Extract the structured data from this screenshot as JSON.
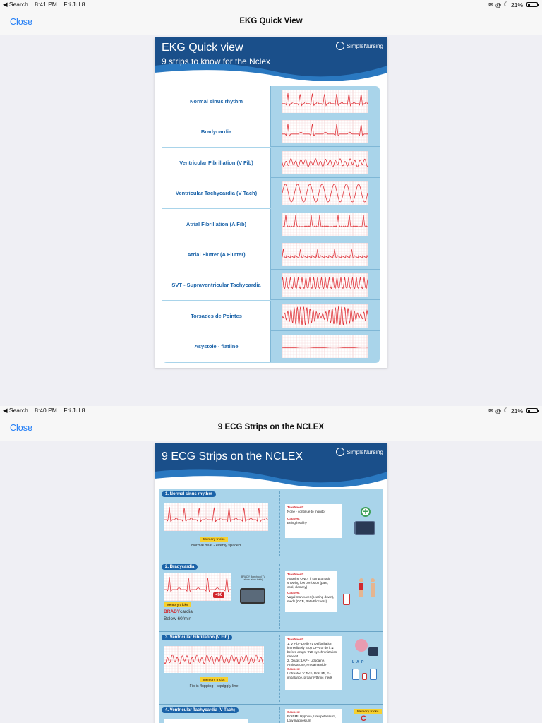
{
  "screen1": {
    "status": {
      "back": "◀ Search",
      "time": "8:41 PM",
      "date": "Fri Jul 8",
      "battery": "21%"
    },
    "nav": {
      "close": "Close",
      "title": "EKG Quick View"
    },
    "poster": {
      "title": "EKG Quick view",
      "subtitle": "9 strips to know for the Nclex",
      "brand": "SimpleNursing",
      "strips": [
        "Normal sinus rhythm",
        "Bradycardia",
        "Ventricular Fibrillation (V Fib)",
        "Ventricular Tachycardia (V Tach)",
        "Atrial Fibrillation (A Fib)",
        "Atrial Flutter (A Flutter)",
        "SVT - Supraventricular Tachycardia",
        "Torsades de Pointes",
        "Asystole - flatline"
      ]
    }
  },
  "screen2": {
    "status": {
      "back": "◀ Search",
      "time": "8:40 PM",
      "date": "Fri Jul 8",
      "battery": "21%"
    },
    "nav": {
      "close": "Close",
      "title": "9 ECG Strips on the NCLEX"
    },
    "poster": {
      "title": "9 ECG Strips on the NCLEX",
      "brand": "SimpleNursing",
      "sections": {
        "s1": {
          "pill": "1. Normal sinus rhythm",
          "mem": "Memory tricks",
          "caption": "Normal beat - evenly spaced",
          "treat_lbl": "Treatment:",
          "treat": "None - continue to monitor",
          "cause_lbl": "Causes:",
          "cause": "Being healthy"
        },
        "s2": {
          "pill": "2. Bradycardia",
          "mem": "Memory tricks",
          "caption_brady": "BRADY",
          "caption_rest": "cardia",
          "caption2": "Below 60/min",
          "badge": "<60",
          "tv_label": "BRADY Bunch old TV show (slow think)",
          "treat_lbl": "Treatment:",
          "treat": "Atropine ONLY if symptomatic showing low perfusion (pale, cool, clammy)",
          "cause_lbl": "Causes:",
          "cause": "Vagal maneuver (bearing down), meds (CCB, Beta Blockers)"
        },
        "s3": {
          "pill": "3. Ventricular Fibrillation (V Fib)",
          "mem": "Memory tricks",
          "caption": "Fib is flopping - squiggly line",
          "treat_lbl": "Treatment:",
          "treat1": "1. V Fib - Defib #1 Defibrillation immediately Stop CPR to do it & before drugs! *NO synchronization needed",
          "treat2": "2. Drugs: LAP - Lidocaine, Amiodarone, Procainamide",
          "cause_lbl": "Causes:",
          "cause": "Untreated V Tach, Post MI, E+ imbalance, proarrhythmic meds",
          "lap": "L  A  P"
        },
        "s4": {
          "pill": "4. Ventricular Tachycardia (V Tach)",
          "cause_lbl": "Causes:",
          "cause": "Post MI, Hypoxia, Low potassium, Low magnesium",
          "mem": "Memory tricks",
          "letter": "C"
        }
      }
    }
  },
  "colors": {
    "accent": "#1f7cf6",
    "poster_blue": "#1a4f8a",
    "light_blue": "#a9d4ea",
    "ecg_red": "#e0353b"
  }
}
